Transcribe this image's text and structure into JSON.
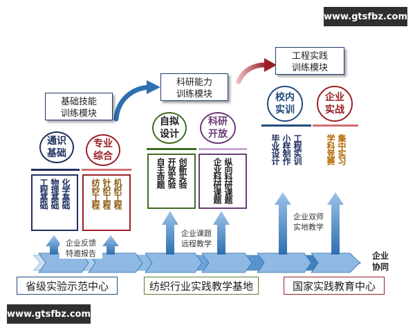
{
  "watermark_text": "www.gtsfbz.com",
  "modules": {
    "basic": [
      "基础技能",
      "训练模块"
    ],
    "research": [
      "科研能力",
      "训练模块"
    ],
    "engineering": [
      "工程实践",
      "训练模块"
    ]
  },
  "ovals": {
    "tongshi": [
      "通识",
      "基础"
    ],
    "zhuanye": [
      "专业",
      "综合"
    ],
    "zini": [
      "自拟",
      "设计"
    ],
    "keyan": [
      "科研",
      "开放"
    ],
    "xiaonei": [
      "校内",
      "实训"
    ],
    "qiye": [
      "企业",
      "实战"
    ]
  },
  "vertical_boxes": {
    "tongshi": [
      "化学基础",
      "物理基础",
      "工程基础"
    ],
    "zhuanye": [
      "机织工程",
      "针织工程",
      "纺纱工程"
    ],
    "zini": [
      "创新实验",
      "开放实验",
      "自主命题"
    ],
    "keyan": [
      "纵向科研课题",
      "企业科研课题"
    ],
    "xiaonei": [
      "工程实训",
      "小样制作",
      "毕业设计"
    ],
    "qiye": [
      "集中实习",
      "学科竞赛"
    ]
  },
  "notes": {
    "feedback": [
      "企业反馈",
      "特邀报告"
    ],
    "remote": [
      "企业课题",
      "远程教学"
    ],
    "dual": [
      "企业双师",
      "实地教学"
    ],
    "coop": [
      "企业",
      "协同"
    ]
  },
  "bases": {
    "provincial": "省级实验示范中心",
    "industry": "纺织行业实践教学基地",
    "national": "国家实践教育中心"
  },
  "colors": {
    "arrow_blue": "#5b9bd5",
    "arrow_red": "#b8383c",
    "dark_blue": "#1f2f60",
    "red": "#9a1f25",
    "green": "#3e6b1e",
    "purple": "#6b3a76"
  }
}
